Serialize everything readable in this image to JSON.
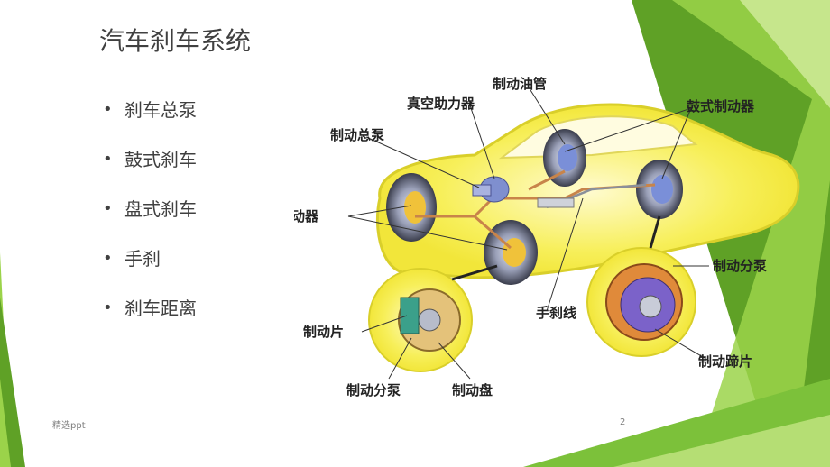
{
  "slide": {
    "title": "汽车刹车系统",
    "bullets": [
      "刹车总泵",
      "鼓式刹车",
      "盘式刹车",
      "手刹",
      "刹车距离"
    ],
    "footer_text": "精选ppt",
    "page_number": "2"
  },
  "diagram": {
    "labels": {
      "brake_line": "制动油管",
      "vacuum_booster": "真空助力器",
      "drum_brake": "鼓式制动器",
      "master_cylinder": "制动总泵",
      "disc_brake": "盘式制动器",
      "wheel_cylinder_right": "制动分泵",
      "brake_pad": "制动片",
      "handbrake_cable": "手刹线",
      "brake_shoe": "制动蹄片",
      "wheel_cylinder_left": "制动分泵",
      "brake_disc": "制动盘"
    }
  },
  "colors": {
    "green_light": "#9bd34a",
    "green_dark": "#5fa126",
    "car_glow": "#f7ef5a",
    "brake_line": "#c8844a",
    "text": "#404040"
  }
}
